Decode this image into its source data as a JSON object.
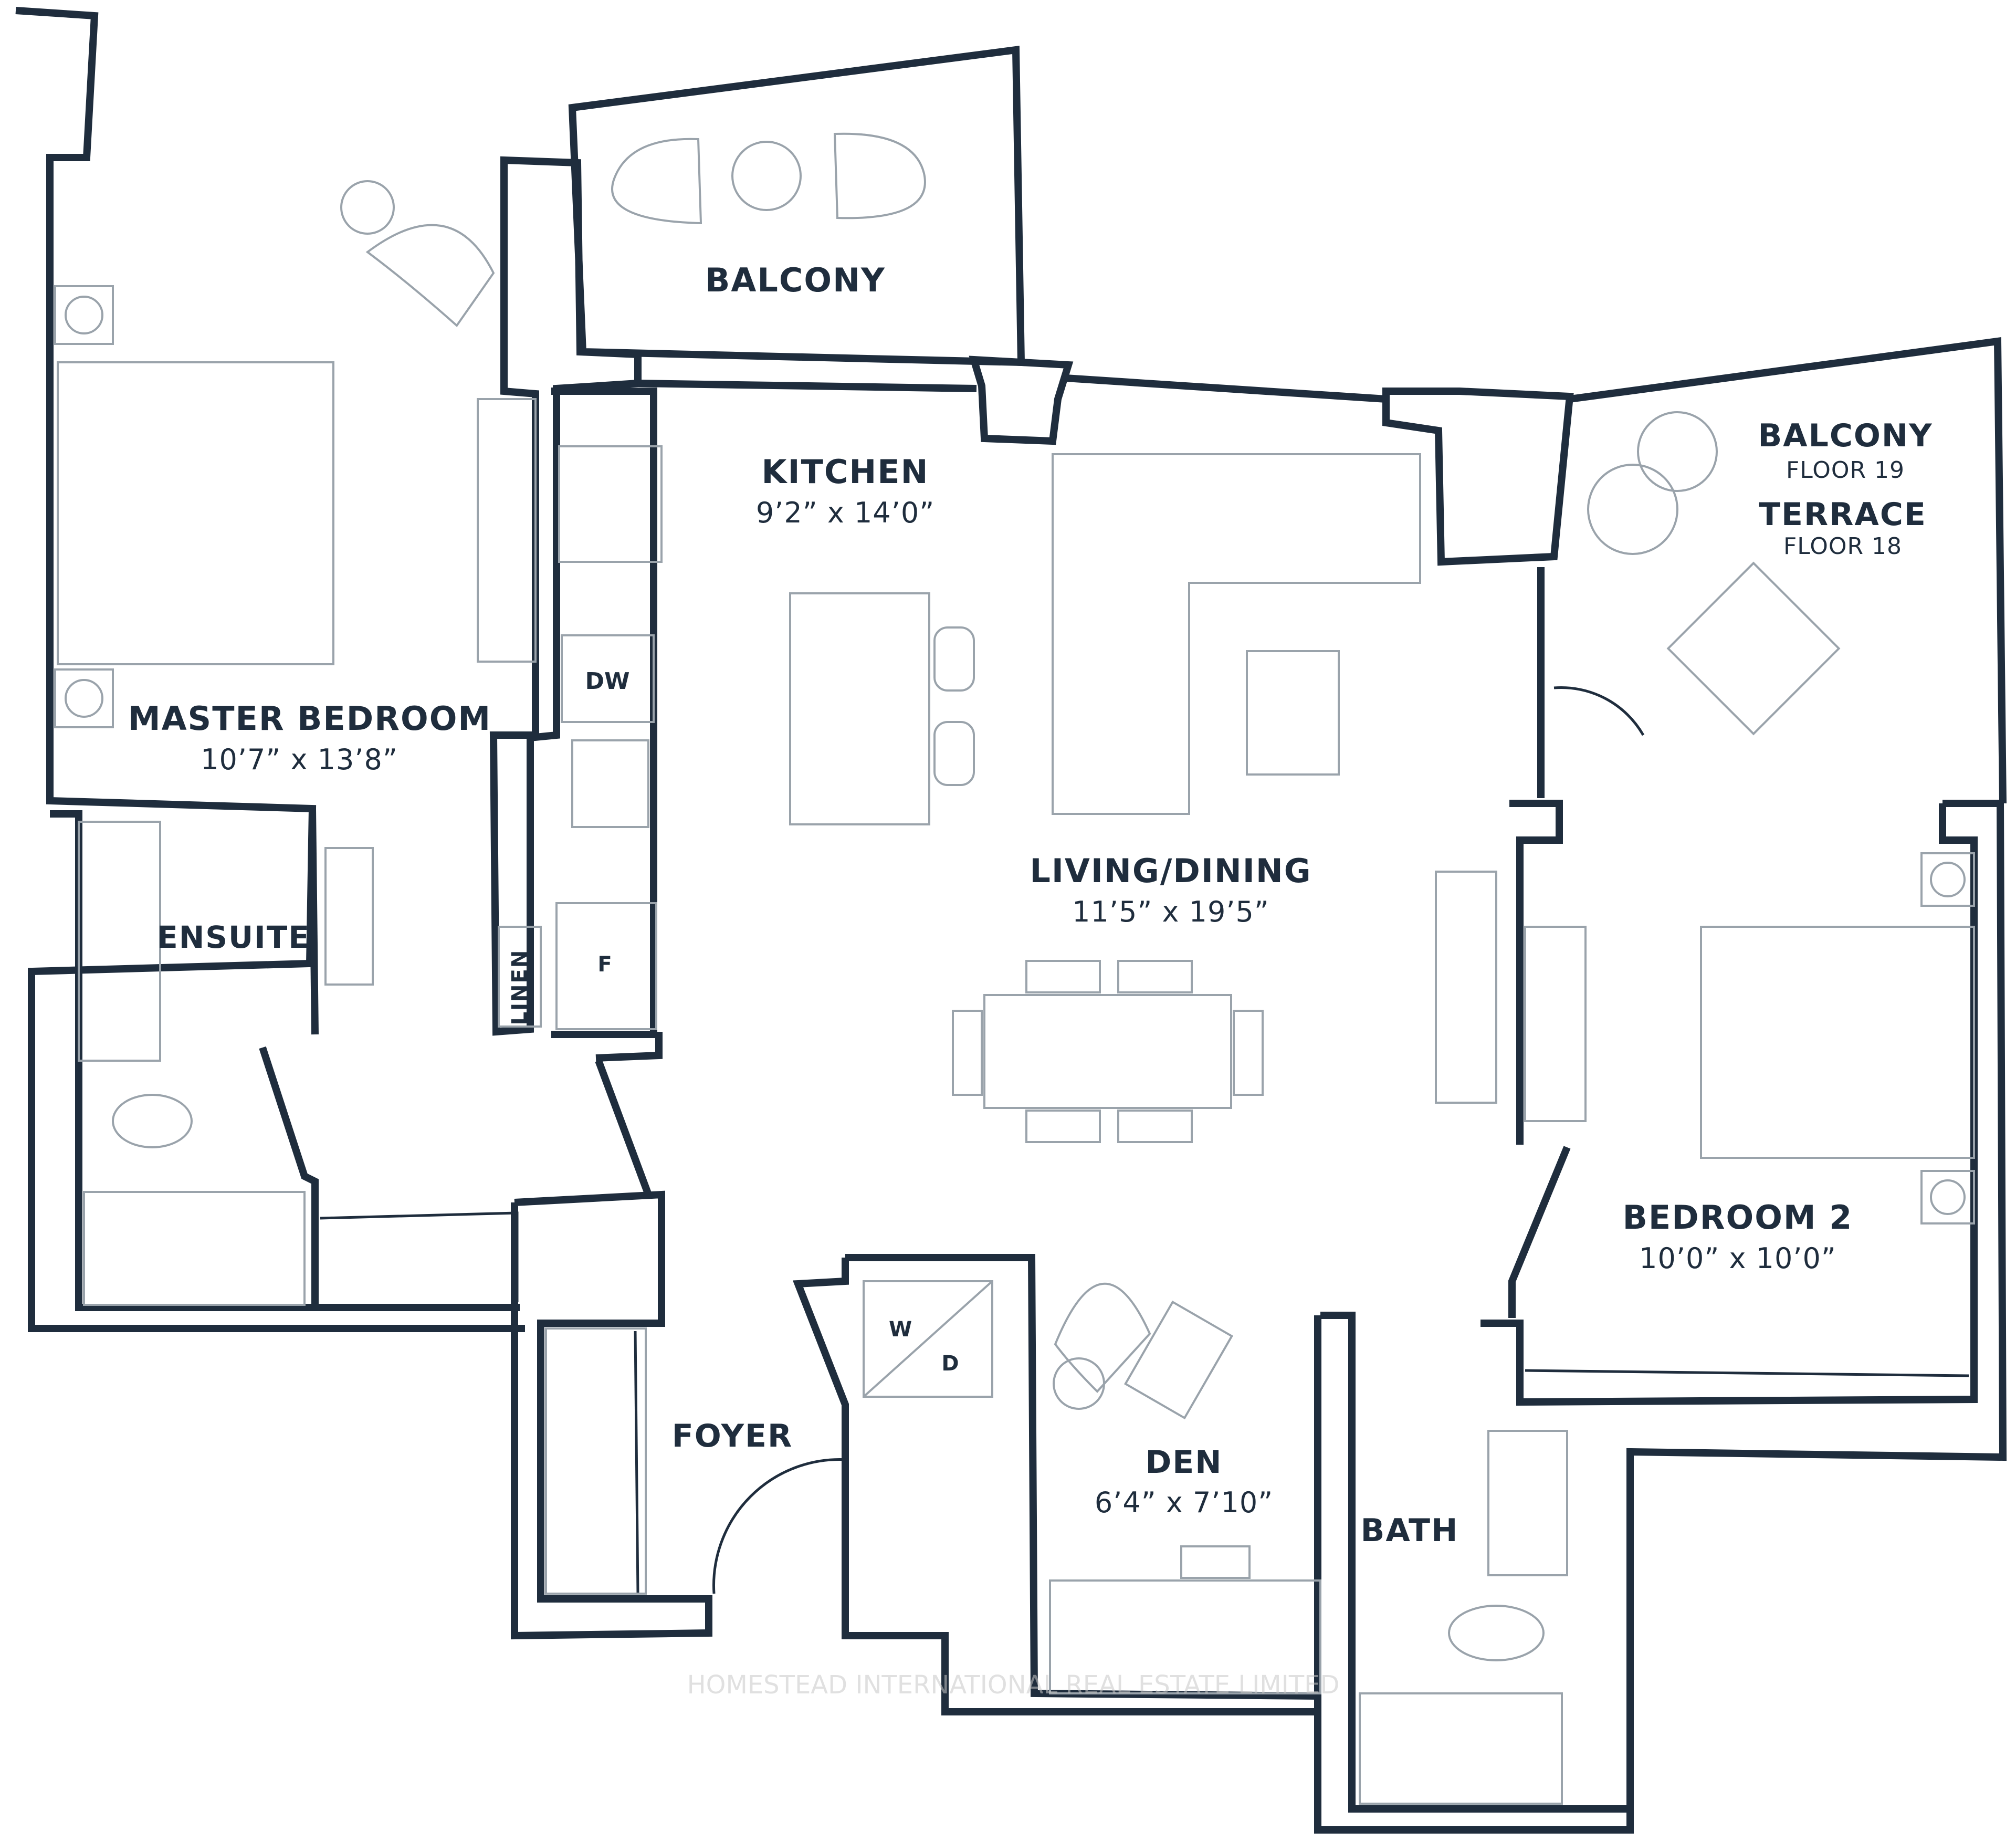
{
  "rooms": {
    "balcony_top": {
      "name": "BALCONY"
    },
    "kitchen": {
      "name": "KITCHEN",
      "dims": "9’2” x 14’0”"
    },
    "master_bedroom": {
      "name": "MASTER BEDROOM",
      "dims": "10’7” x 13’8”"
    },
    "balcony_right": {
      "name": "BALCONY",
      "floor": "FLOOR 19"
    },
    "terrace": {
      "name": "TERRACE",
      "floor": "FLOOR 18"
    },
    "ensuite": {
      "name": "ENSUITE"
    },
    "linen": {
      "name": "LINEN"
    },
    "living_dining": {
      "name": "LIVING/DINING",
      "dims": "11’5”  x 19’5”"
    },
    "bedroom2": {
      "name": "BEDROOM 2",
      "dims": "10’0” x 10’0”"
    },
    "foyer": {
      "name": "FOYER"
    },
    "den": {
      "name": "DEN",
      "dims": "6’4” x 7’10”"
    },
    "bath": {
      "name": "BATH"
    }
  },
  "appliances": {
    "dishwasher": "DW",
    "fridge": "F",
    "washer": "W",
    "dryer": "D"
  },
  "watermark": "HOMESTEAD INTERNATIONAL REAL ESTATE LIMITED",
  "colors": {
    "wall": "#1f2d3d",
    "furniture": "#9aa3ab",
    "background": "#ffffff"
  }
}
